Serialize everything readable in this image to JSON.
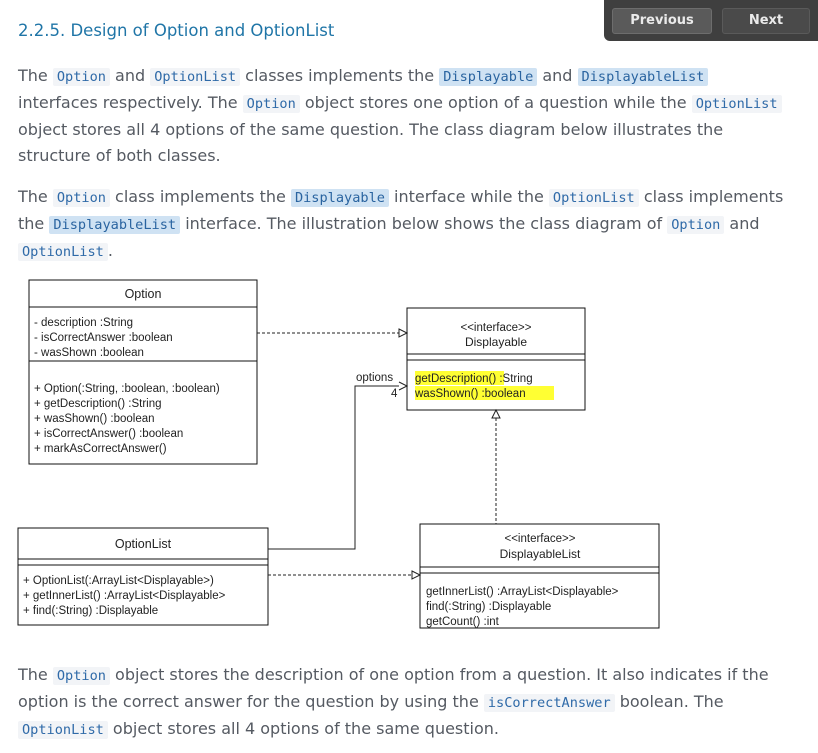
{
  "nav": {
    "previous_label": "Previous",
    "next_label": "Next"
  },
  "section": {
    "title": "2.2.5. Design of Option and OptionList"
  },
  "paragraph1": {
    "lines": [
      [
        {
          "t": "text",
          "v": "The "
        },
        {
          "t": "code",
          "v": "Option"
        },
        {
          "t": "text",
          "v": " and "
        },
        {
          "t": "code",
          "v": "OptionList"
        },
        {
          "t": "text",
          "v": " classes implements the "
        },
        {
          "t": "hl",
          "v": "Displayable"
        },
        {
          "t": "text",
          "v": " and "
        },
        {
          "t": "hl",
          "v": "DisplayableList"
        }
      ],
      [
        {
          "t": "text",
          "v": "interfaces respectively. The "
        },
        {
          "t": "code",
          "v": "Option"
        },
        {
          "t": "text",
          "v": " object stores one option of a question while the "
        },
        {
          "t": "code",
          "v": "OptionList"
        }
      ],
      [
        {
          "t": "text",
          "v": "object stores all 4 options of the same question. The class diagram below illustrates the"
        }
      ],
      [
        {
          "t": "text",
          "v": "structure of both classes."
        }
      ]
    ]
  },
  "paragraph2": {
    "lines": [
      [
        {
          "t": "text",
          "v": "The "
        },
        {
          "t": "code",
          "v": "Option"
        },
        {
          "t": "text",
          "v": " class implements the "
        },
        {
          "t": "hl",
          "v": "Displayable"
        },
        {
          "t": "text",
          "v": " interface while the "
        },
        {
          "t": "code",
          "v": "OptionList"
        },
        {
          "t": "text",
          "v": " class implements"
        }
      ],
      [
        {
          "t": "text",
          "v": "the "
        },
        {
          "t": "hl",
          "v": "DisplayableList"
        },
        {
          "t": "text",
          "v": " interface. The illustration below shows the class diagram of "
        },
        {
          "t": "code",
          "v": "Option"
        },
        {
          "t": "text",
          "v": " and"
        }
      ],
      [
        {
          "t": "code",
          "v": "OptionList"
        },
        {
          "t": "text",
          "v": "."
        }
      ]
    ]
  },
  "paragraph3": {
    "lines": [
      [
        {
          "t": "text",
          "v": "The "
        },
        {
          "t": "code",
          "v": "Option"
        },
        {
          "t": "text",
          "v": " object stores the description of one option from a question. It also indicates if the"
        }
      ],
      [
        {
          "t": "text",
          "v": "option is the correct answer for the question by using the "
        },
        {
          "t": "code",
          "v": "isCorrectAnswer"
        },
        {
          "t": "text",
          "v": " boolean. The"
        }
      ],
      [
        {
          "t": "code",
          "v": "OptionList"
        },
        {
          "t": "text",
          "v": " object stores all 4 options of the same question."
        }
      ]
    ]
  },
  "diagram": {
    "option_class": {
      "name": "Option",
      "attributes": [
        "- description :String",
        "- isCorrectAnswer :boolean",
        "- wasShown :boolean"
      ],
      "methods": [
        "+ Option(:String, :boolean, :boolean)",
        "+ getDescription() :String",
        "+ wasShown() :boolean",
        "+ isCorrectAnswer() :boolean",
        "+ markAsCorrectAnswer()"
      ]
    },
    "displayable": {
      "stereotype": "<<interface>>",
      "name": "Displayable",
      "methods": [
        "getDescription() :String",
        "wasShown() :boolean"
      ],
      "highlight_color": "#ffff33"
    },
    "optionlist_class": {
      "name": "OptionList",
      "methods": [
        "+ OptionList(:ArrayList<Displayable>)",
        "+ getInnerList() :ArrayList<Displayable>",
        "+ find(:String) :Displayable"
      ]
    },
    "displayablelist": {
      "stereotype": "<<interface>>",
      "name": "DisplayableList",
      "methods": [
        "getInnerList() :ArrayList<Displayable>",
        "find(:String) :Displayable",
        "getCount() :int"
      ]
    },
    "association": {
      "role": "options",
      "multiplicity": "4"
    }
  }
}
